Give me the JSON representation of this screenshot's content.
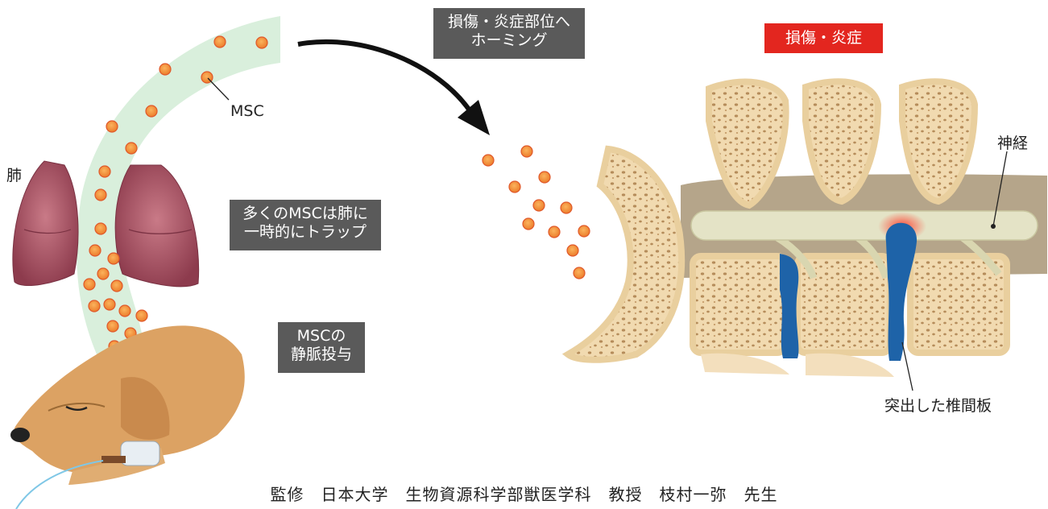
{
  "labels": {
    "lung": "肺",
    "msc": "MSC",
    "nerve": "神経",
    "disc": "突出した椎間板"
  },
  "callouts": {
    "homing_line1": "損傷・炎症部位へ",
    "homing_line2": "ホーミング",
    "inflammation": "損傷・炎症",
    "trap_line1": "多くのMSCは肺に",
    "trap_line2": "一時的にトラップ",
    "iv_line1": "MSCの",
    "iv_line2": "静脈投与"
  },
  "credit": "監修　日本大学　生物資源科学部獣医学科　教授　枝村一弥　先生",
  "colors": {
    "stream": "#d9efdc",
    "cell_fill": "#f39a3a",
    "cell_stroke": "#e0582a",
    "bone": "#f3dfbd",
    "bone_dark": "#c9a982",
    "disc_blue": "#1e63a8",
    "nerve": "#e4e3c6",
    "muscle": "#b5a58a",
    "lung": "#a9586a",
    "dog": "#dca263",
    "red_box": "#e3261f",
    "gray_box": "#5a5a5a"
  }
}
